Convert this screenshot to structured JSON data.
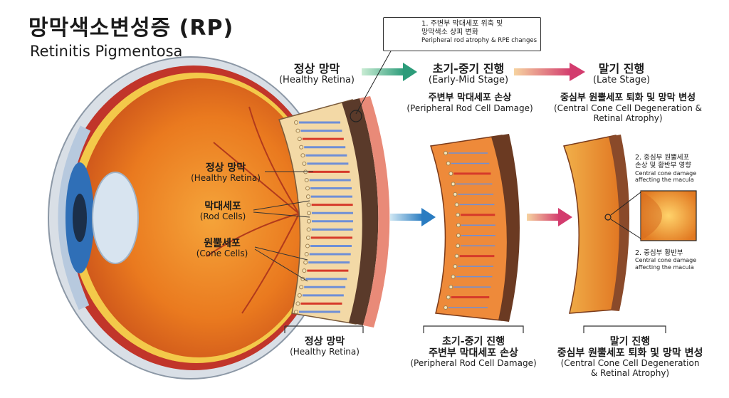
{
  "title": {
    "ko": "망막색소변성증 (RP)",
    "en": "Retinitis Pigmentosa"
  },
  "note1": {
    "ko_line1": "1. 주변부 막대세포 위축 및",
    "ko_line2": "망막색소 상피 변화",
    "en": "Peripheral rod atrophy & RPE changes"
  },
  "stages_top": [
    {
      "ko": "정상 망막",
      "en": "(Healthy Retina)"
    },
    {
      "ko": "초기-중기 진행",
      "en": "(Early-Mid Stage)"
    },
    {
      "ko": "말기 진행",
      "en": "(Late Stage)"
    }
  ],
  "sub_mid": {
    "ko": "주변부 막대세포 손상",
    "en": "(Peripheral Rod Cell Damage)"
  },
  "sub_late": {
    "ko": "중심부 원뿔세포 퇴화 및 망막 변성",
    "en_line1": "(Central Cone Cell Degeneration &",
    "en_line2": "Retinal Atrophy)"
  },
  "eye_labels": [
    {
      "ko": "정상 망막",
      "en": "(Healthy Retina)"
    },
    {
      "ko": "막대세포",
      "en": "(Rod Cells)"
    },
    {
      "ko": "원뿔세포",
      "en": "(Cone Cells)"
    }
  ],
  "note2": {
    "ko_line1": "2. 중심부 원뿔세포",
    "ko_line2": "손상 및 황반부 영향",
    "en_line1": "Central cone damage",
    "en_line2": "affecting the macula"
  },
  "note3": {
    "ko": "2. 중심부 황반부",
    "en_line1": "Central cone damage",
    "en_line2": "affecting the macula"
  },
  "bottom": [
    {
      "ko": "정상 망막",
      "en": "(Healthy Retina)"
    },
    {
      "ko_line1": "초기-중기 진행",
      "ko_line2": "주변부 막대세포 손상",
      "en": "(Peripheral Rod Cell Damage)"
    },
    {
      "ko_line1": "말기 진행",
      "ko_line2": "중심부 원뿔세포 퇴화 및 망막 변성",
      "en_line1": "(Central Cone Cell Degeneration",
      "en_line2": "& Retinal Atrophy)"
    }
  ],
  "colors": {
    "eye_orange": "#e8701c",
    "rod_blue": "#6f8fd6",
    "cone_red": "#d63a2a",
    "arrow_green": "#5cc38a",
    "arrow_blue": "#3b8fd0",
    "arrow_pink": "#d6456a"
  }
}
